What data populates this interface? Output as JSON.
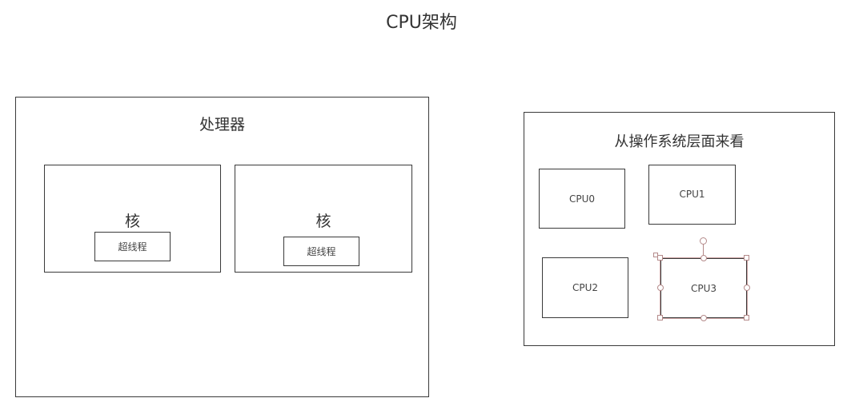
{
  "title": "CPU架构",
  "processor": {
    "label": "处理器",
    "cores": [
      {
        "label": "核",
        "thread_label": "超线程"
      },
      {
        "label": "核",
        "thread_label": "超线程"
      }
    ]
  },
  "os_view": {
    "label": "从操作系统层面来看",
    "cpus": [
      "CPU0",
      "CPU1",
      "CPU2",
      "CPU3"
    ],
    "selected": "CPU3"
  },
  "colors": {
    "stroke": "#3a3a3a",
    "selection": "#b48a8a"
  }
}
